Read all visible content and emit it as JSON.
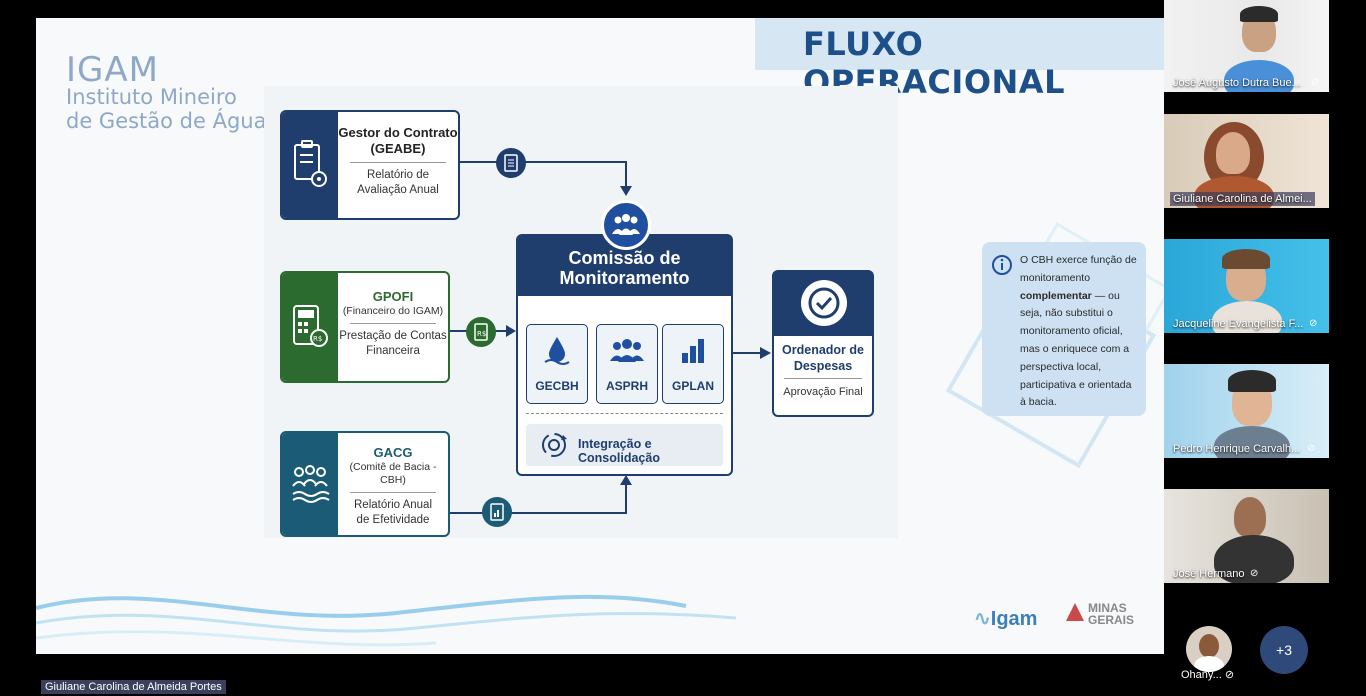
{
  "slide": {
    "org_short": "IGAM",
    "org_line1": "Instituto Mineiro",
    "org_line2": "de Gestão de Águas",
    "banner_title": "FLUXO OPERACIONAL",
    "cards": {
      "geabe": {
        "title1": "Gestor do Contrato",
        "title2": "(GEABE)",
        "desc1": "Relatório de",
        "desc2": "Avaliação Anual"
      },
      "gpofi": {
        "title": "GPOFI",
        "sub": "(Financeiro do IGAM)",
        "desc1": "Prestação de Contas",
        "desc2": "Financeira"
      },
      "gacg": {
        "title": "GACG",
        "sub": "(Comitê de Bacia - CBH)",
        "desc1": "Relatório Anual",
        "desc2": "de Efetividade"
      }
    },
    "commission": {
      "title1": "Comissão de",
      "title2": "Monitoramento",
      "members": [
        "GECBH",
        "ASPRH",
        "GPLAN"
      ],
      "integration": "Integração e Consolidação"
    },
    "ordenador": {
      "title1": "Ordenador de",
      "title2": "Despesas",
      "desc": "Aprovação Final"
    },
    "info": {
      "text_before": "O CBH exerce função de monitoramento ",
      "text_bold": "complementar",
      "text_after": " — ou seja, não substitui o monitoramento oficial, mas o enriquece com a perspectiva local, participativa e orientada à bacia."
    },
    "footer_logo": "Igam",
    "footer_logo_2a": "MINAS",
    "footer_logo_2b": "GERAIS",
    "colors": {
      "navy": "#1f3e6e",
      "green": "#2c6b2f",
      "teal": "#1c5b75",
      "banner_bg": "#d6e6f2"
    }
  },
  "participants": [
    {
      "name": "José Augusto Dutra Bue...",
      "muted": true
    },
    {
      "name": "Giuliane Carolina de Almei...",
      "muted": false
    },
    {
      "name": "Jacqueline Evangelista F...",
      "muted": true
    },
    {
      "name": "Pedro Henrique Carvalh...",
      "muted": true
    },
    {
      "name": "José Hermano",
      "muted": true
    }
  ],
  "presenter_label": "Giuliane Carolina de Almeida Portes",
  "small_avatar_name": "Ohany...",
  "more_participants": "+3"
}
